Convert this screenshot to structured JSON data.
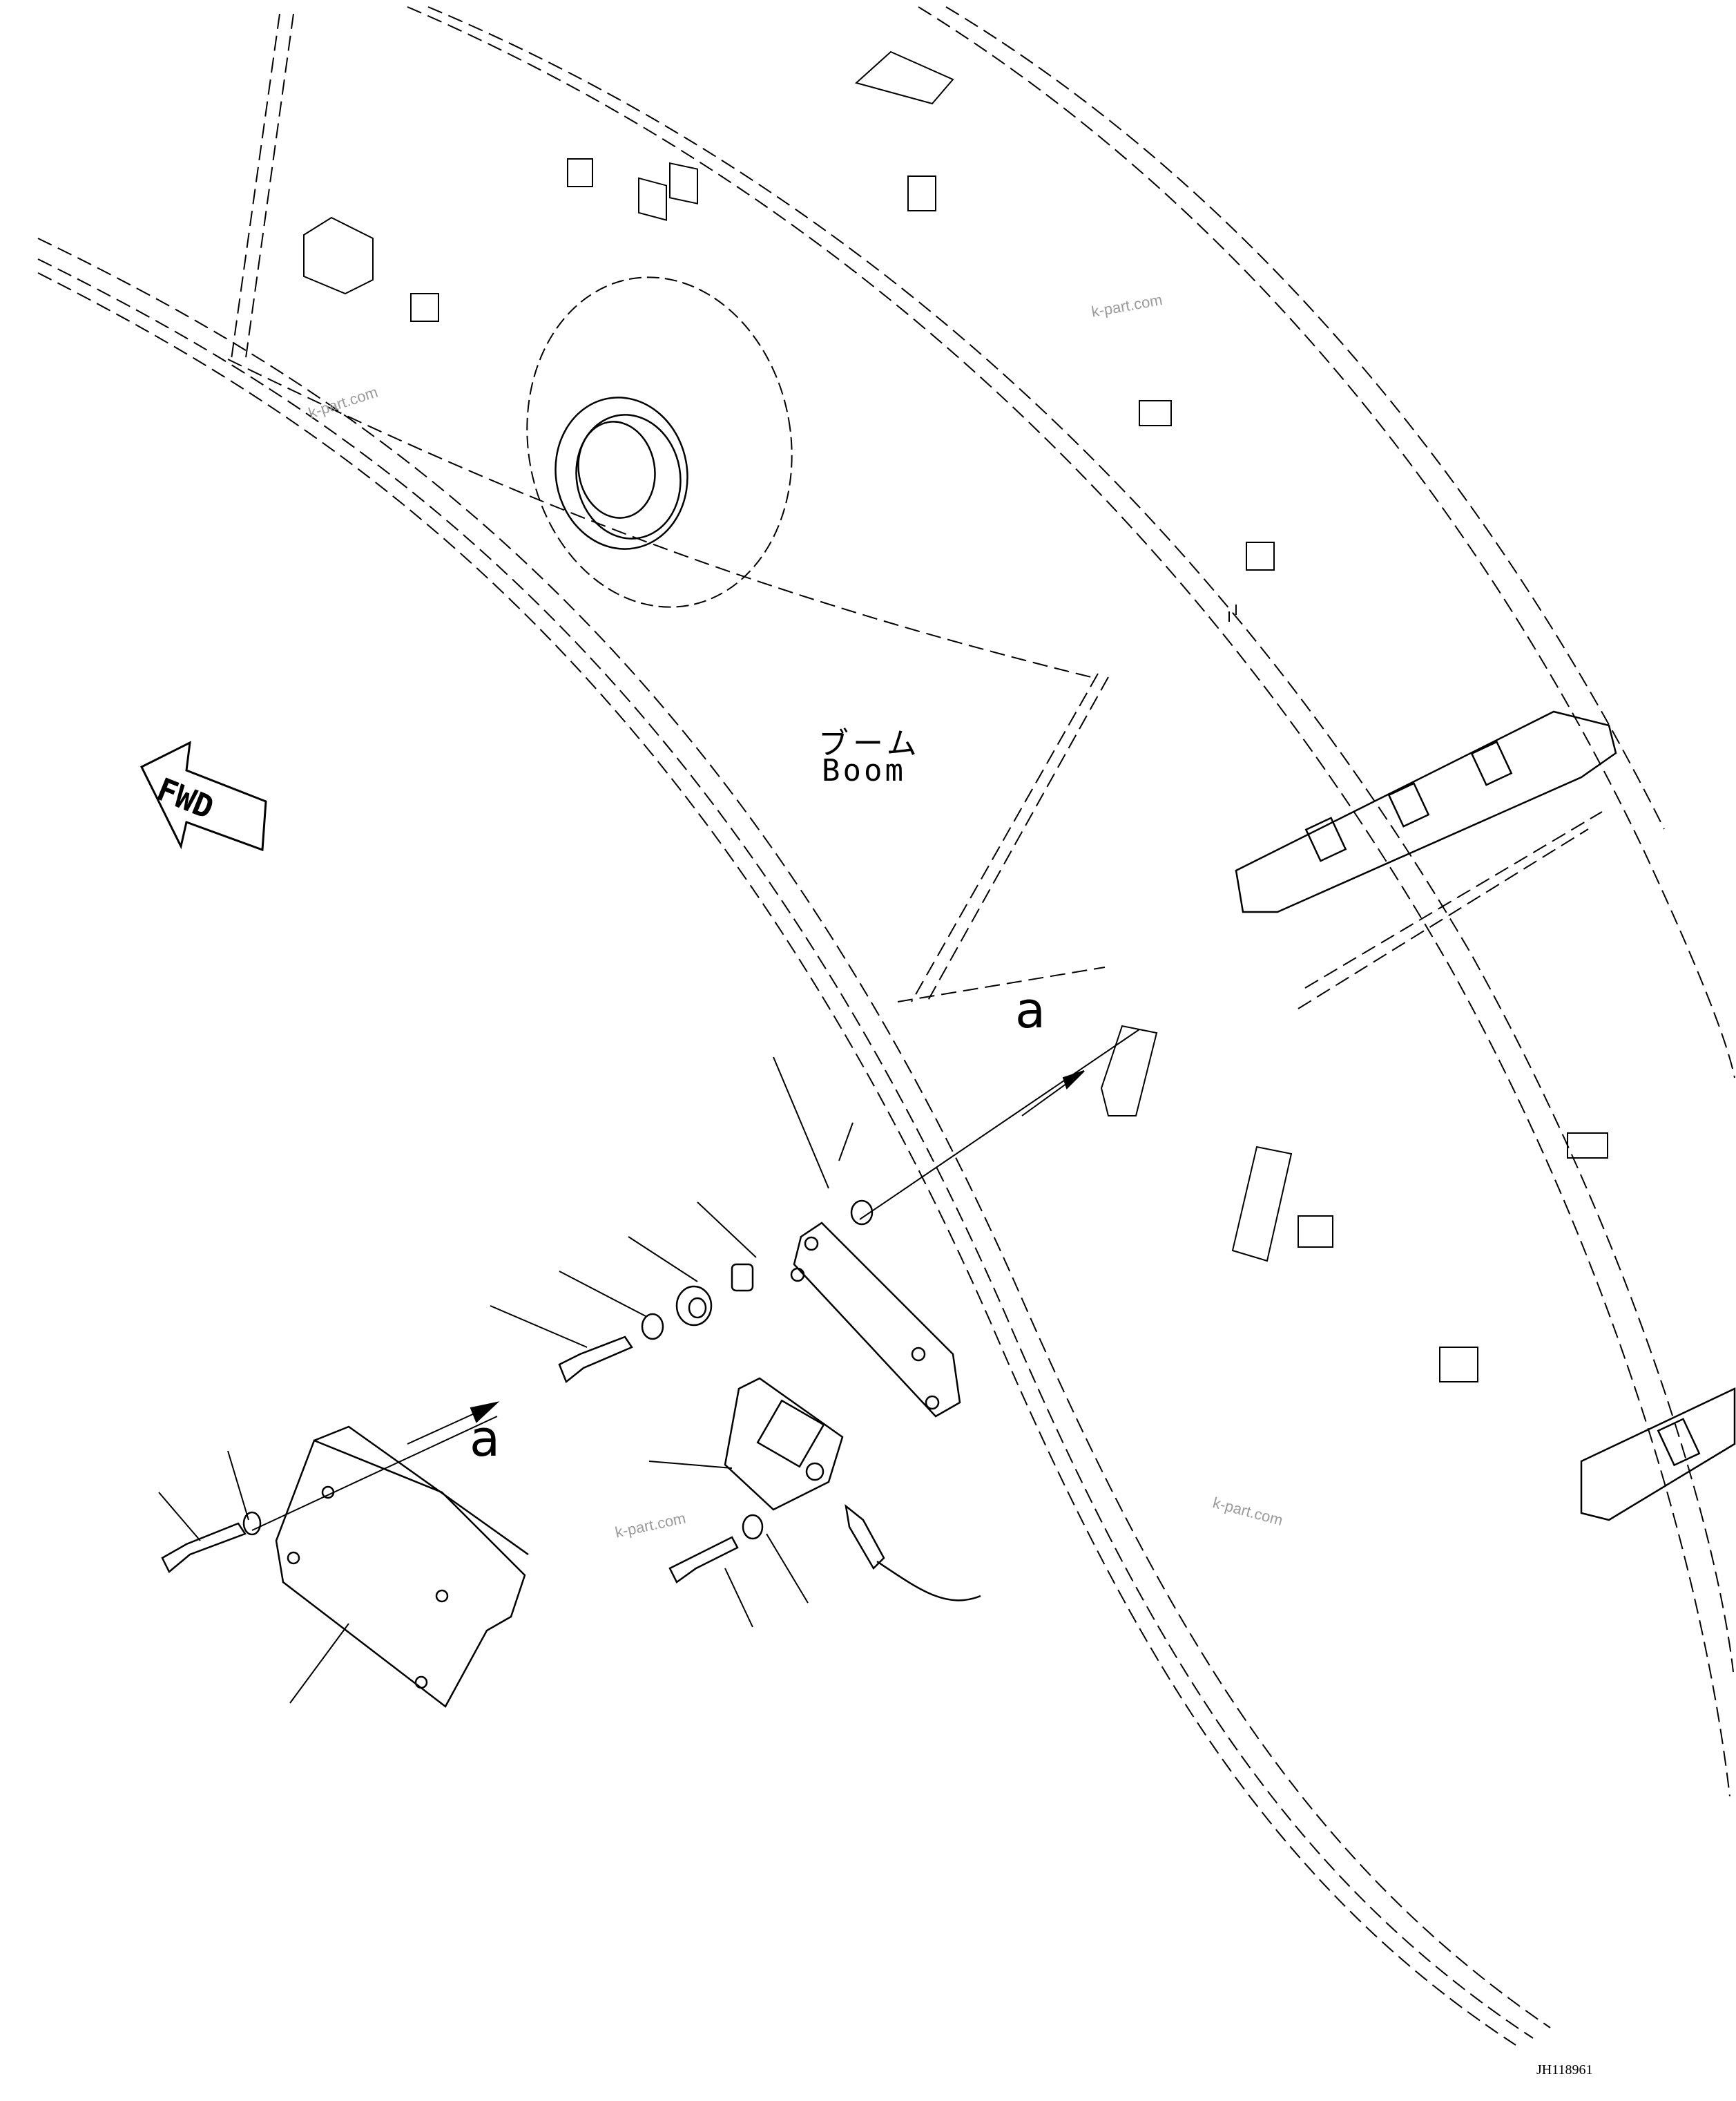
{
  "labels": {
    "boom_jp": "ブーム",
    "boom_en": "Boom",
    "fwd": "FWD",
    "view_a_upper": "a",
    "view_a_lower": "a",
    "drawing_code": "JH118961"
  },
  "watermarks": [
    "k-part.com",
    "k-part.com",
    "k-part.com",
    "k-part.com"
  ]
}
